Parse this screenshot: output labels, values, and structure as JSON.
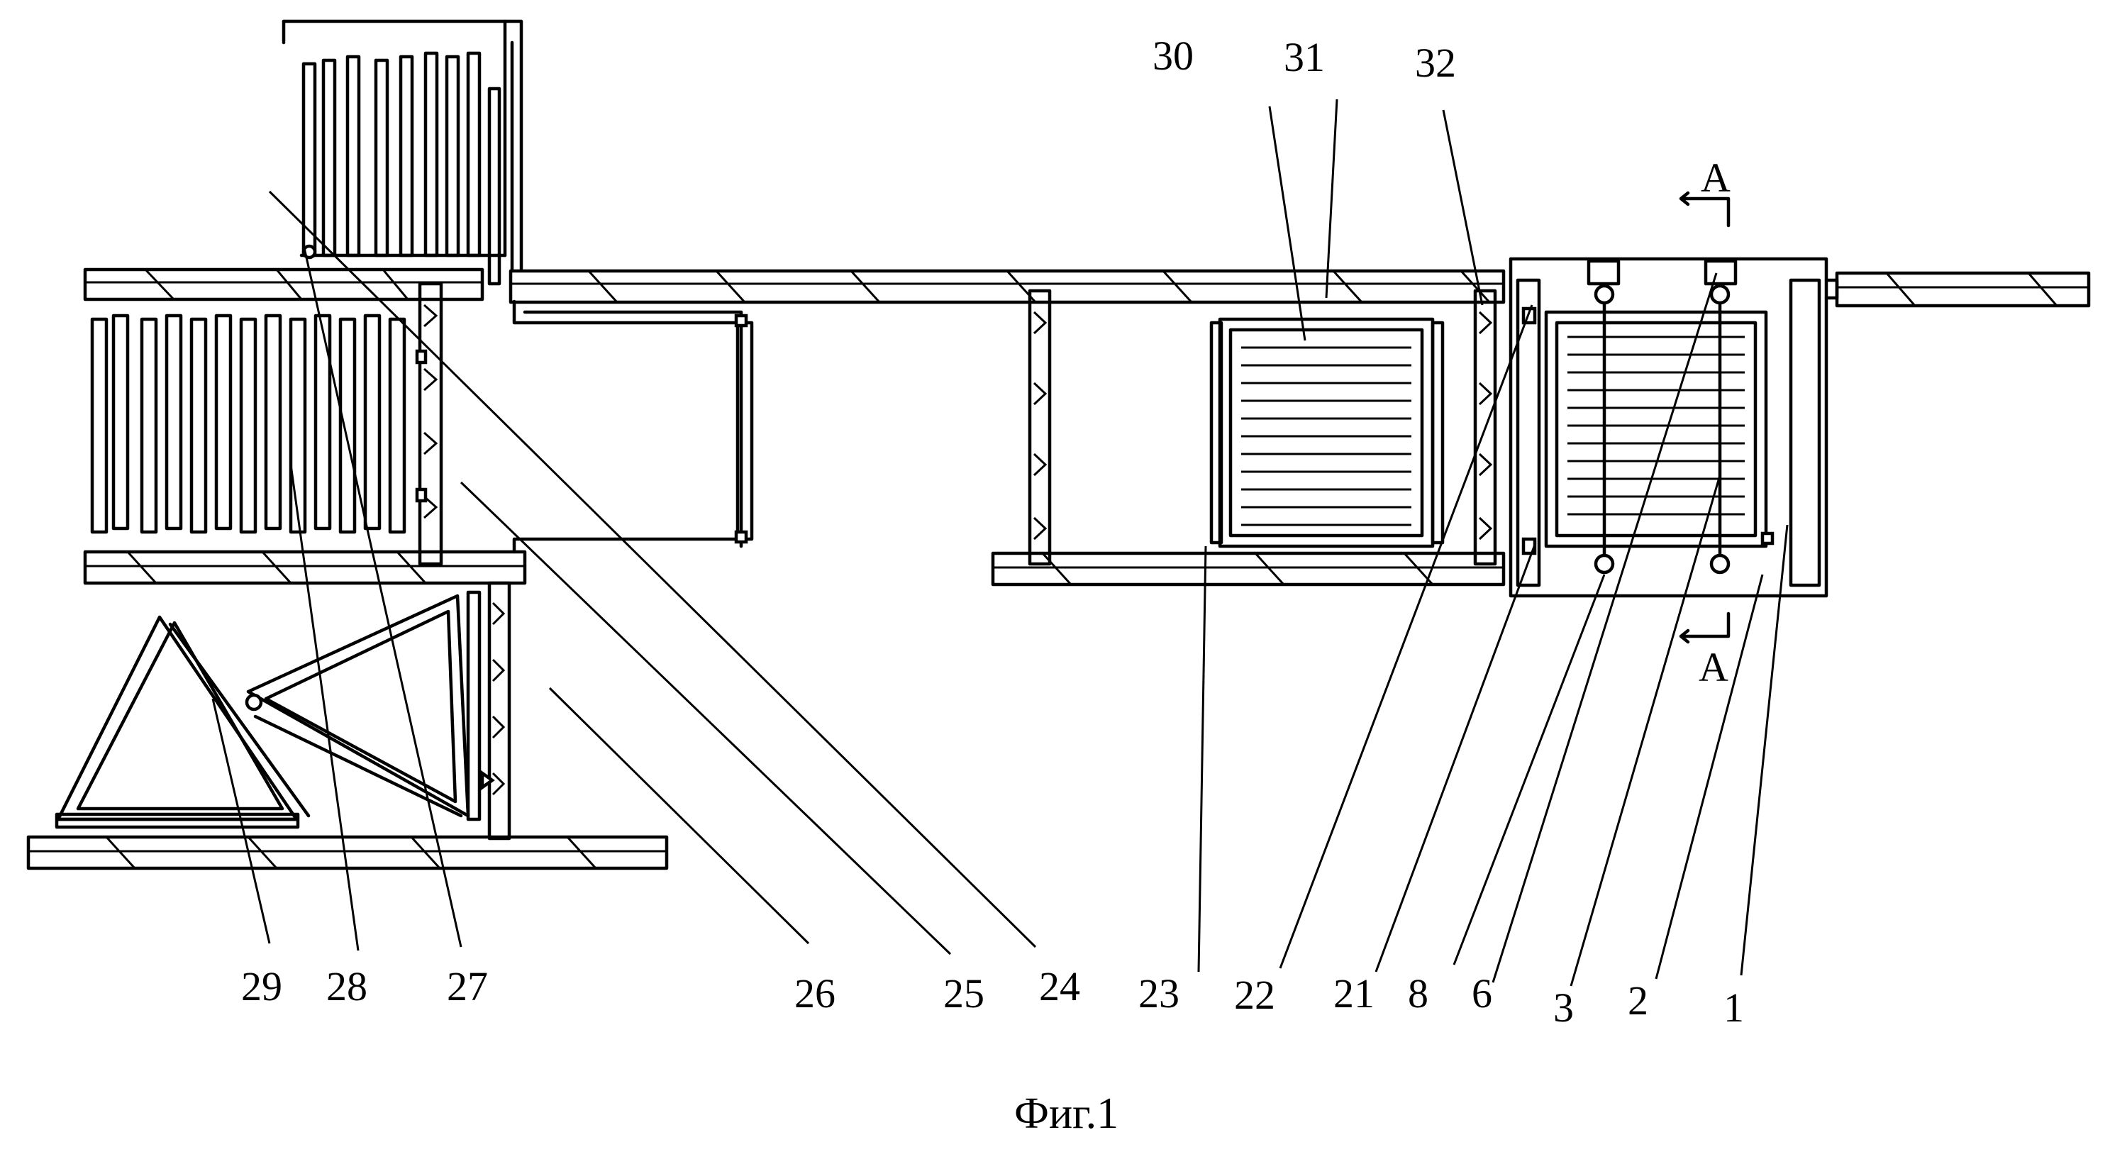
{
  "figure": {
    "caption": "Фиг.1",
    "section_marker": "А",
    "callouts": [
      "1",
      "2",
      "3",
      "6",
      "8",
      "21",
      "22",
      "23",
      "24",
      "25",
      "26",
      "27",
      "28",
      "29",
      "30",
      "31",
      "32"
    ]
  }
}
